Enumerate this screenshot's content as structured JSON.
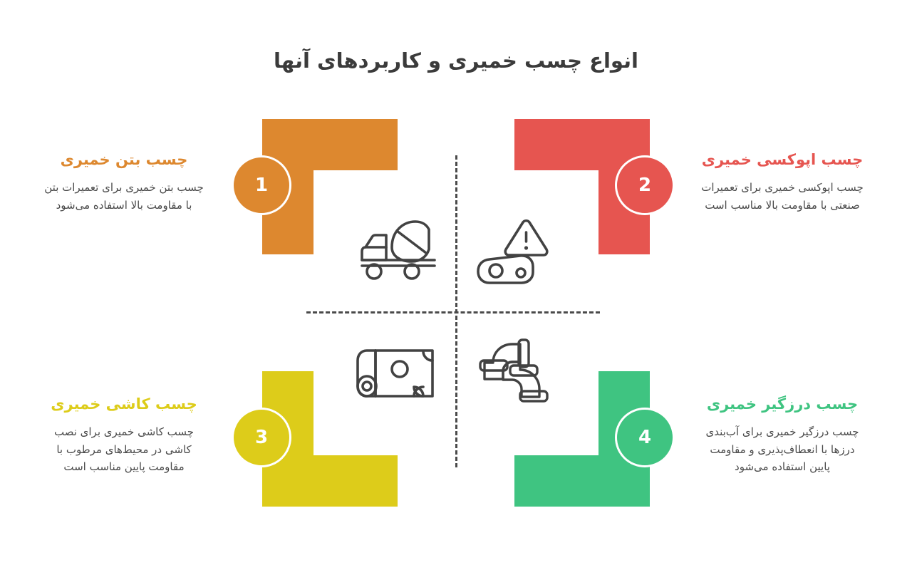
{
  "page": {
    "title": "انواع چسب خمیری و کاربردهای آنها",
    "background_color": "#ffffff",
    "title_color": "#3b3b3b",
    "divider_color": "#4a4a4a"
  },
  "items": [
    {
      "number": "1",
      "heading": "چسب بتن خمیری",
      "body": "چسب بتن خمیری برای تعمیرات بتن با مقاومت بالا استفاده می‌شود",
      "color": "#dd882f",
      "icon": "cement-mixer-truck-icon",
      "position": "top-left"
    },
    {
      "number": "2",
      "heading": "چسب اپوکسی خمیری",
      "body": "چسب اپوکسی خمیری برای تعمیرات صنعتی با مقاومت بالا مناسب است",
      "color": "#e65550",
      "icon": "industrial-warning-part-icon",
      "position": "top-right"
    },
    {
      "number": "3",
      "heading": "چسب کاشی خمیری",
      "body": "چسب کاشی خمیری برای نصب کاشی در محیط‌های مرطوب با مقاومت پایین مناسب است",
      "color": "#ddcc1a",
      "icon": "material-roll-icon",
      "position": "bottom-left"
    },
    {
      "number": "4",
      "heading": "چسب درزگیر خمیری",
      "body": "چسب درزگیر خمیری برای آب‌بندی درزها با انعطاف‌پذیری و مقاومت پایین استفاده می‌شود",
      "color": "#3fc481",
      "icon": "pipe-plumbing-icon",
      "position": "bottom-right"
    }
  ]
}
